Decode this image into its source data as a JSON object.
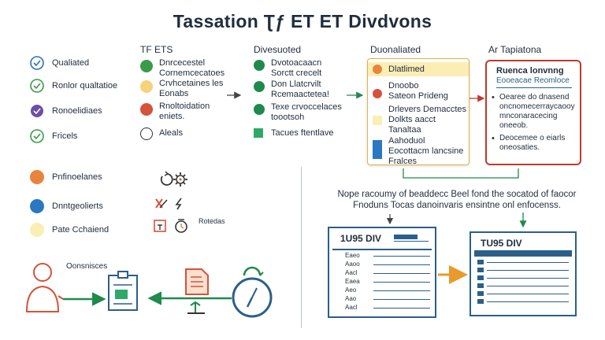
{
  "title": "Tassation Ʈƒ ET ET Divdvons",
  "legend_left": {
    "items": [
      {
        "label": "Qualiated"
      },
      {
        "label": "Ronlor qualtatioe"
      },
      {
        "label": "Ronoelidiaes"
      },
      {
        "label": "Fricels"
      }
    ]
  },
  "col_ets": {
    "header": "TF ETS",
    "items": [
      {
        "lines": [
          "Dnrcecestel",
          "Cornemcecatoes"
        ]
      },
      {
        "lines": [
          "Crvhcetaines les",
          "Eonabs"
        ]
      },
      {
        "lines": [
          "Rnoltoidation",
          "eniets."
        ]
      },
      {
        "lines": [
          "Aleals"
        ]
      }
    ]
  },
  "col_diversified": {
    "header": "Divesuoted",
    "items": [
      {
        "lines": [
          "Dvotoacaacn",
          "Sorctt crecelt"
        ]
      },
      {
        "lines": [
          "Don Llatcrvilt",
          "Rcemaactetea!"
        ]
      },
      {
        "lines": [
          "Texe crvoccelaces",
          "toootsoh"
        ]
      },
      {
        "lines": [
          "Tacues ftentlave"
        ]
      }
    ]
  },
  "col_distributed": {
    "header": "Duonaliated",
    "items": [
      {
        "lines": [
          "Dlatlimed"
        ]
      },
      {
        "lines": [
          "Dnoobo",
          "Sateon Prideng"
        ]
      },
      {
        "lines": [
          "Drlevers Demacctes",
          "Dolkts aacct",
          "Tanaltaa"
        ]
      },
      {
        "lines": [
          "Aahoduol",
          "Eocottacm lancsine",
          "Fralces"
        ]
      }
    ]
  },
  "col_tax": {
    "header": "Ar Tapiatona",
    "panel_title": "Ruenca lonvnng",
    "panel_subtitle": "Eooeacae Reomloce",
    "bullets": [
      {
        "lines": [
          "Oearee do dnasend",
          "oncnomecerraycaooy",
          "mnconaracecing",
          "oneeob."
        ]
      },
      {
        "lines": [
          "Deocemee o eiarls",
          "oneosaties."
        ]
      }
    ]
  },
  "legend_bottom": {
    "items": [
      {
        "label": "Pnfinoelanes"
      },
      {
        "label": "Dnntgeolierts"
      },
      {
        "label": "Pate Cchaiend"
      }
    ]
  },
  "icons_labels": {
    "side_label": "Rotedas"
  },
  "workflow": {
    "label": "Oonsnisces"
  },
  "notice": {
    "lines": [
      "Nope racoumy of beaddecc Beel fond the socatod of faocor",
      "Fnoduns Tocas danoinvaris ensintne onl enfocenss."
    ]
  },
  "doc_left": {
    "title": "1U95 DIV",
    "rows": [
      "Eaeo",
      "Aaoo",
      "Aacl",
      "Eaea",
      "Aeo",
      "Aao",
      "Aacl"
    ]
  },
  "doc_right": {
    "title": "TU95 DIV"
  },
  "colors": {
    "blue_check": "#2e6fb5",
    "green_check": "#3a9a4a",
    "purple_check": "#6b4fa8",
    "orange": "#e8843c",
    "green": "#1f8a4c",
    "yellow": "#f6d27a",
    "red": "#d4533a",
    "blue": "#2a78c2",
    "pale_yellow": "#fbeeb4",
    "navy": "#2b5f8a",
    "dark_red": "#c0392b"
  }
}
